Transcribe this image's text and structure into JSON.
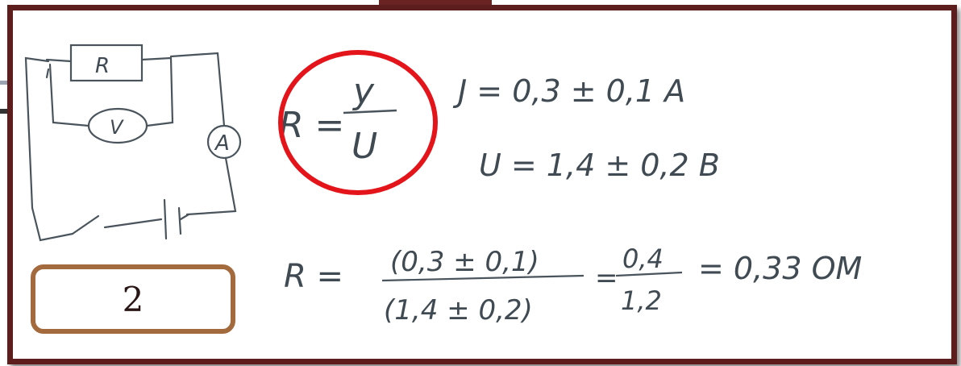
{
  "slide": {
    "number": "2"
  },
  "circuit": {
    "resistor_label": "R",
    "voltmeter_label": "V",
    "ammeter_label": "A"
  },
  "formula": {
    "lhs": "R =",
    "numerator": "y",
    "denominator": "U"
  },
  "measurements": {
    "current": "J = 0,3 ± 0,1 A",
    "voltage": "U = 1,4 ± 0,2 B"
  },
  "calculation": {
    "lhs": "R =",
    "numerator": "(0,3 ± 0,1)",
    "denominator": "(1,4 ± 0,2)",
    "equals": "=",
    "mid_numerator": "0,4",
    "mid_denominator": "1,2",
    "result": "= 0,33 ОМ"
  },
  "colors": {
    "frame": "#5e1d1d",
    "highlight_circle": "#e3141a",
    "number_box_border": "#a36a3d",
    "handwriting": "#404a52"
  }
}
